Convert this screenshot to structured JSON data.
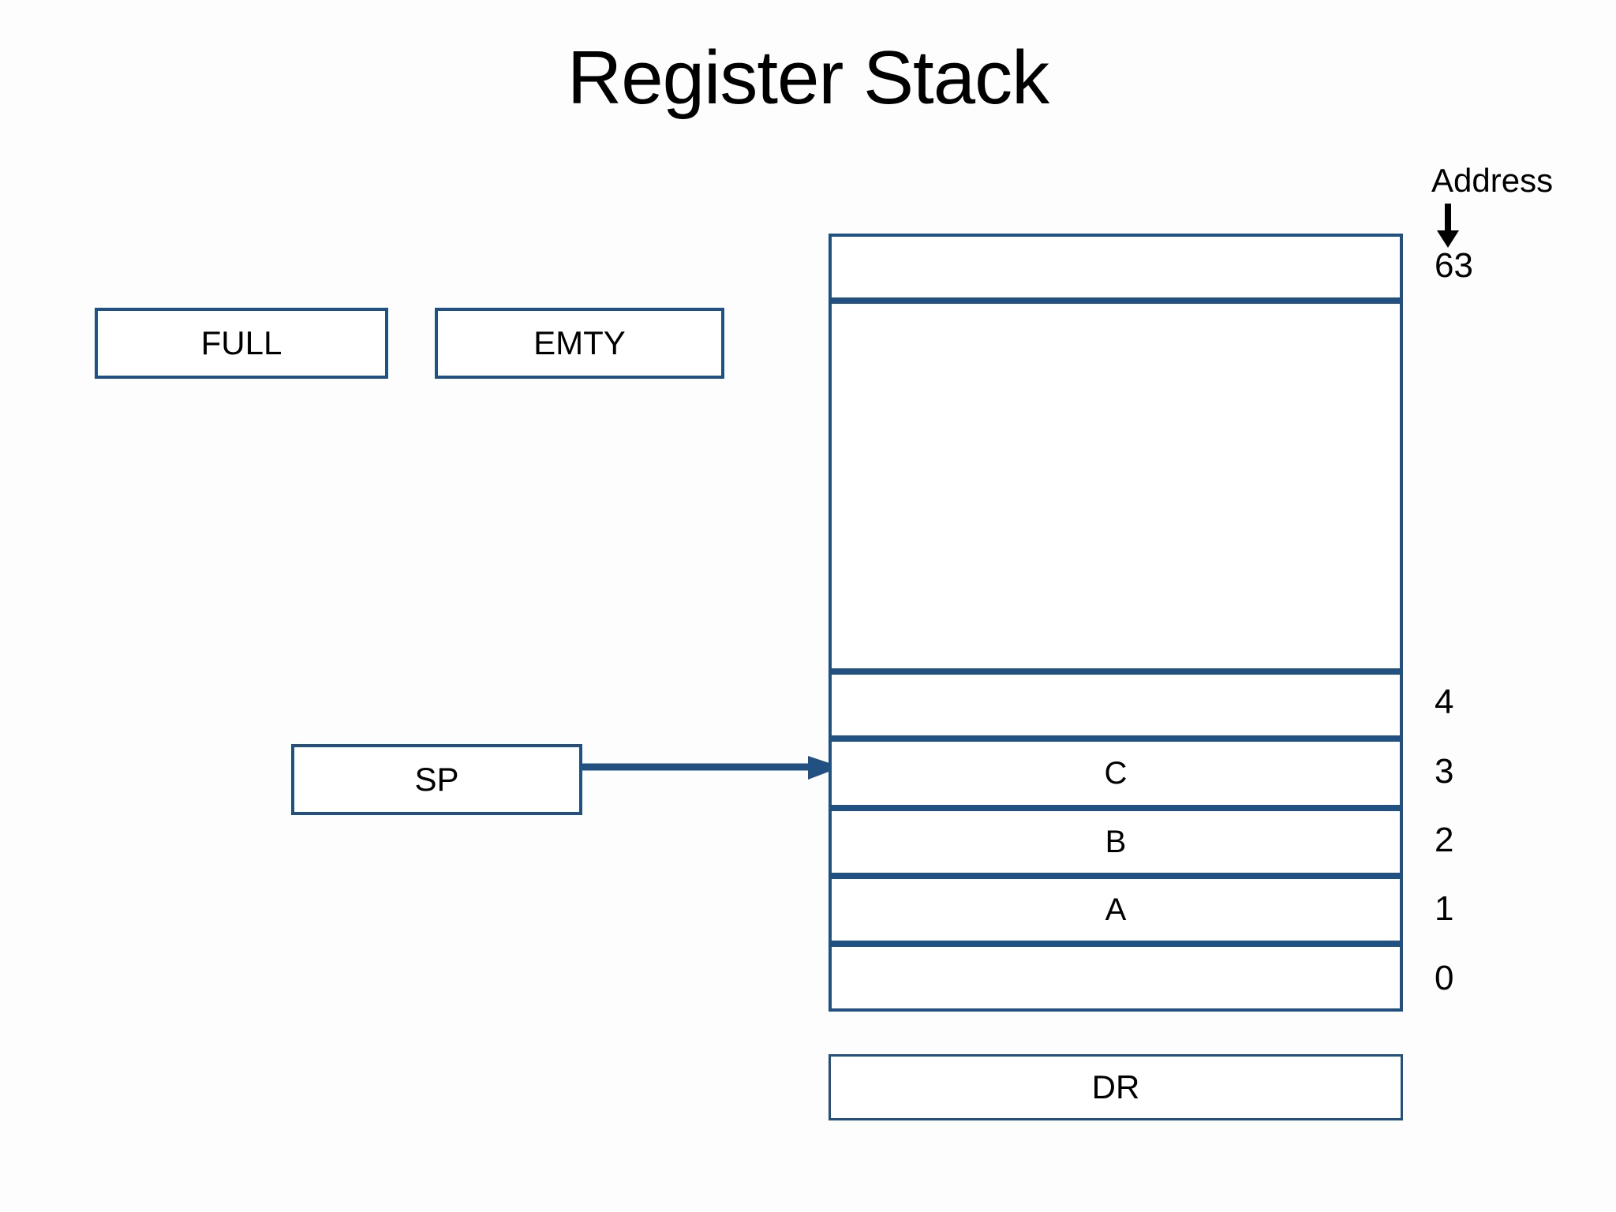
{
  "slide": {
    "title": "Register Stack",
    "background_color": "#fdfdfd",
    "accent_color": "#215083",
    "text_color": "#000000"
  },
  "flags": [
    {
      "name": "full",
      "label": "FULL"
    },
    {
      "name": "emty",
      "label": "EMTY"
    }
  ],
  "pointer": {
    "sp_label": "SP",
    "arrow": "right-arrow",
    "points_to_address": "3"
  },
  "data_register": {
    "label": "DR"
  },
  "address_column": {
    "header": "Address",
    "arrow": "down-arrow",
    "top_address": "63",
    "labels": [
      "4",
      "3",
      "2",
      "1",
      "0"
    ]
  },
  "stack": {
    "cells": [
      {
        "address": "63",
        "value": ""
      },
      {
        "address": "",
        "value": ""
      },
      {
        "address": "4",
        "value": ""
      },
      {
        "address": "3",
        "value": "C"
      },
      {
        "address": "2",
        "value": "B"
      },
      {
        "address": "1",
        "value": "A"
      },
      {
        "address": "0",
        "value": ""
      }
    ]
  }
}
